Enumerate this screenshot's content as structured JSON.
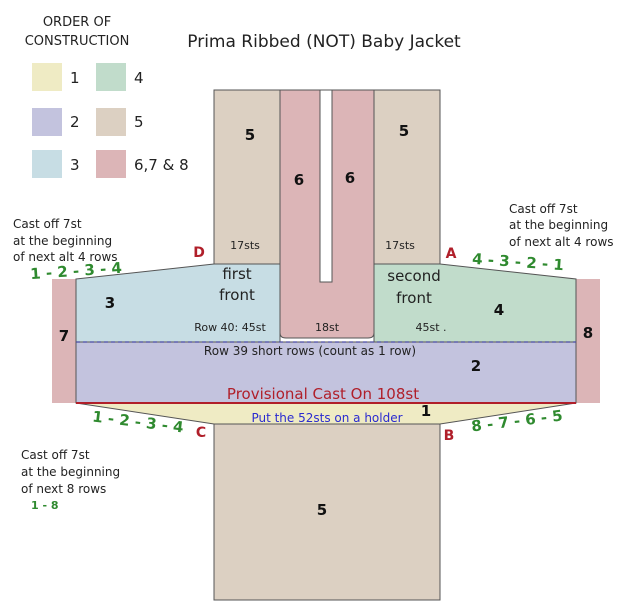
{
  "title": "Prima Ribbed (NOT) Baby Jacket",
  "legend": {
    "heading_line1": "ORDER OF",
    "heading_line2": "CONSTRUCTION",
    "items": [
      {
        "label": "1",
        "color": "#efebc4"
      },
      {
        "label": "2",
        "color": "#c3c3de"
      },
      {
        "label": "3",
        "color": "#c7dde4"
      },
      {
        "label": "4",
        "color": "#c1dccb"
      },
      {
        "label": "5",
        "color": "#dcd0c2"
      },
      {
        "label": "6,7 & 8",
        "color": "#dcb5b7"
      }
    ]
  },
  "pieces": {
    "left_sleeve_number": "5",
    "right_sleeve_number": "5",
    "center_left_number": "6",
    "center_right_number": "6",
    "left_front_number": "3",
    "right_front_number": "4",
    "left_band_number": "7",
    "right_band_number": "8",
    "body_number": "2",
    "provisional_number": "1",
    "back_number": "5"
  },
  "labels": {
    "left_sts": "17sts",
    "right_sts": "17sts",
    "first_front_line1": "first",
    "first_front_line2": "front",
    "second_front_line1": "second",
    "second_front_line2": "front",
    "row40": "Row 40:  45st",
    "center_st": "18st",
    "right_st": "45st .",
    "row39": "Row 39 short rows (count as 1 row)",
    "provisional": "Provisional Cast On 108st",
    "holder": "Put the 52sts on a holder"
  },
  "points": {
    "a": "A",
    "b": "B",
    "c": "C",
    "d": "D"
  },
  "notes": {
    "top_left": [
      "Cast off 7st",
      "at the beginning",
      "of next alt 4 rows"
    ],
    "top_right": [
      "Cast off 7st",
      "at the beginning",
      "of next alt 4 rows"
    ],
    "bottom_left": [
      "Cast off 7st",
      "at the beginning",
      "of next 8 rows"
    ]
  },
  "sequences": {
    "top_left": "1 - 2 - 3 - 4",
    "top_right": "4 - 3 - 2 - 1",
    "bottom_left": "1 - 2 - 3 - 4",
    "bottom_right": "8 - 7 - 6 - 5",
    "rows": "1 - 8"
  },
  "colors": {
    "outline": "#555555",
    "red_text": "#b01f2a",
    "green_text": "#2f8a2f",
    "blue_text": "#2a2ad0",
    "dashed": "#4a4aa0"
  }
}
